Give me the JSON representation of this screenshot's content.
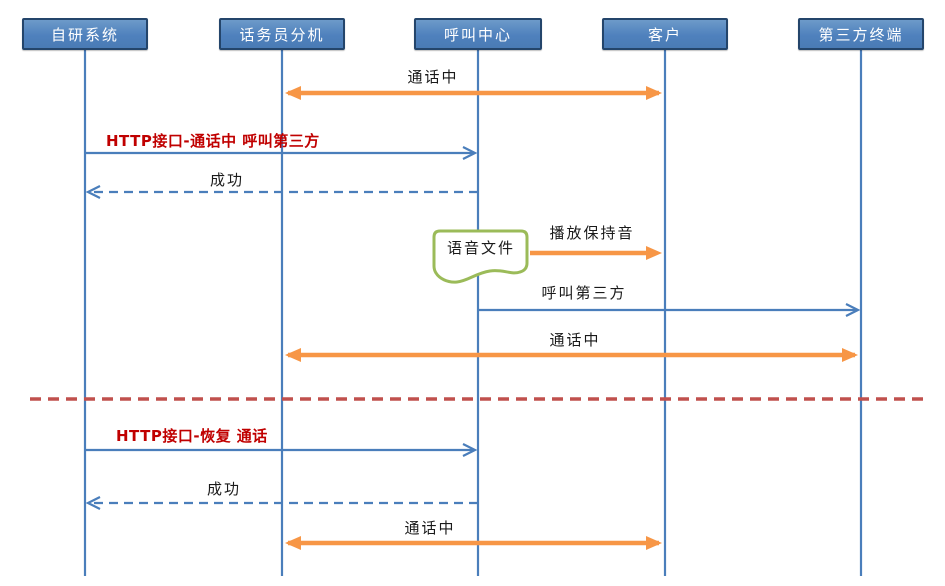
{
  "diagram": {
    "kind": "sequence-diagram",
    "actors": [
      {
        "name": "self-system",
        "label": "自研系统"
      },
      {
        "name": "operator-extension",
        "label": "话务员分机"
      },
      {
        "name": "call-center",
        "label": "呼叫中心"
      },
      {
        "name": "customer",
        "label": "客户"
      },
      {
        "name": "third-party-terminal",
        "label": "第三方终端"
      }
    ],
    "messages": [
      {
        "label": "通话中",
        "from": "话务员分机",
        "to": "客户",
        "style": "orange-double-arrow"
      },
      {
        "label": "HTTP接口-通话中 呼叫第三方",
        "from": "自研系统",
        "to": "呼叫中心",
        "style": "blue-solid-arrow",
        "emphasis": "red-bold"
      },
      {
        "label": "成功",
        "from": "呼叫中心",
        "to": "自研系统",
        "style": "blue-dashed-arrow"
      },
      {
        "label": "播放保持音",
        "from": "呼叫中心",
        "to": "客户",
        "style": "orange-arrow"
      },
      {
        "label": "呼叫第三方",
        "from": "呼叫中心",
        "to": "第三方终端",
        "style": "blue-solid-arrow"
      },
      {
        "label": "通话中",
        "from": "话务员分机",
        "to": "第三方终端",
        "style": "orange-double-arrow"
      },
      {
        "label": "HTTP接口-恢复 通话",
        "from": "自研系统",
        "to": "呼叫中心",
        "style": "blue-solid-arrow",
        "emphasis": "red-bold"
      },
      {
        "label": "成功",
        "from": "呼叫中心",
        "to": "自研系统",
        "style": "blue-dashed-arrow"
      },
      {
        "label": "通话中",
        "from": "话务员分机",
        "to": "客户",
        "style": "orange-double-arrow"
      }
    ],
    "note": {
      "label": "语音文件",
      "shape": "document",
      "border_color": "#9bbb59"
    },
    "separator": {
      "style": "dashed-line",
      "color": "#c0504d"
    },
    "colors": {
      "actor_fill": "#4f81bd",
      "actor_border": "#24456b",
      "lifeline": "#4a7ebb",
      "message_blue": "#4a7ebb",
      "message_orange": "#f79646",
      "emphasis_text": "#c00000",
      "separator_red": "#c0504d",
      "note_green": "#9bbb59"
    }
  }
}
